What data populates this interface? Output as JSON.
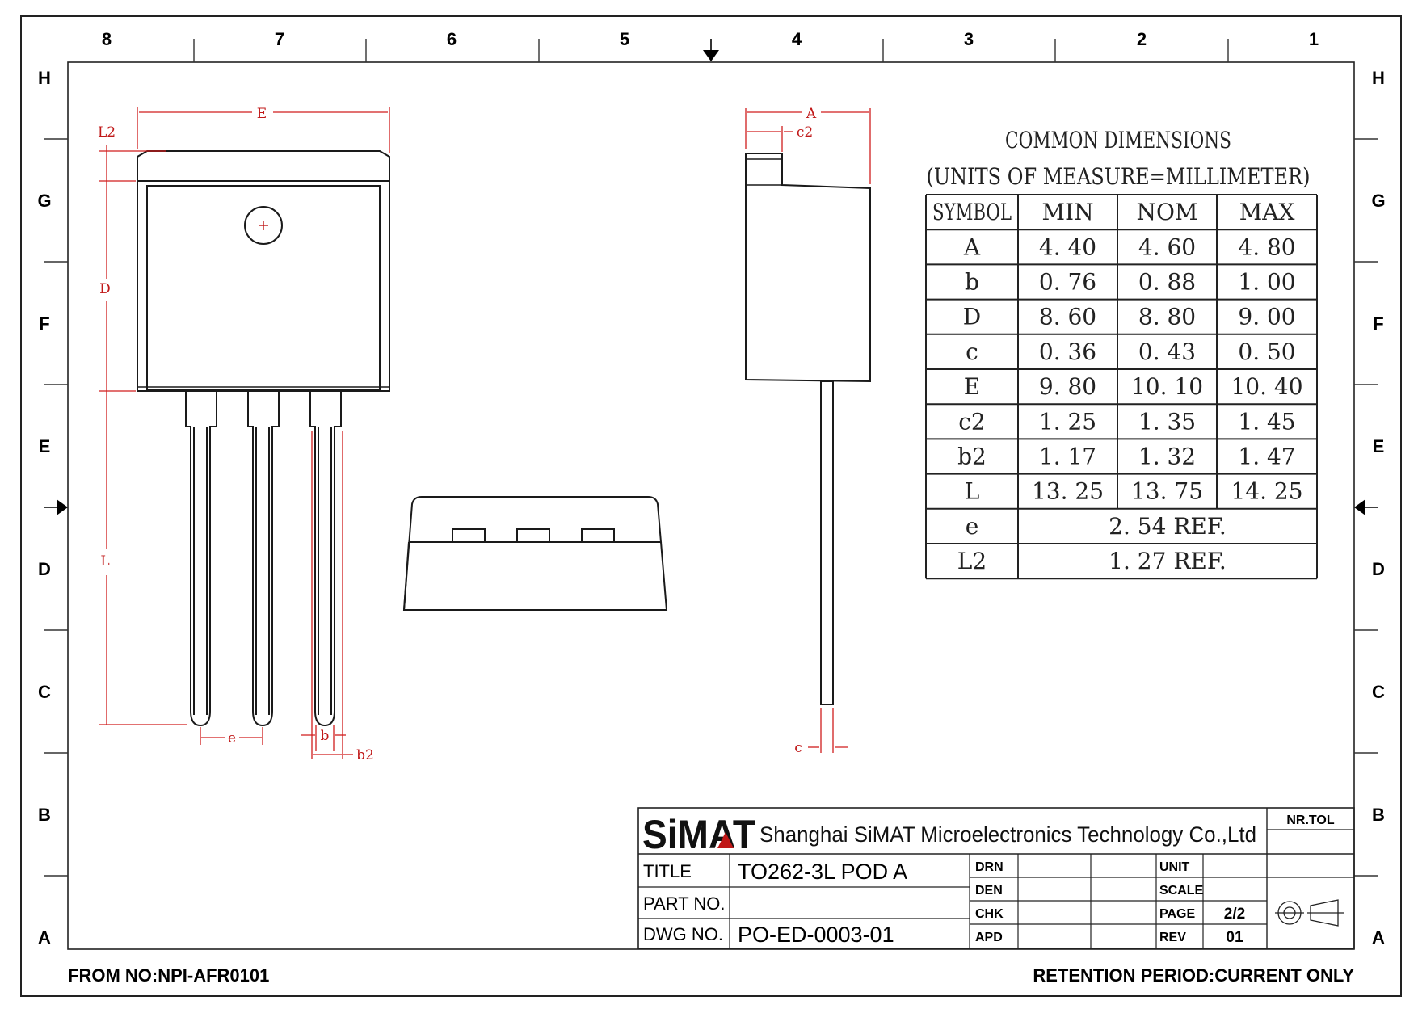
{
  "frame": {
    "columns": [
      "8",
      "7",
      "6",
      "5",
      "4",
      "3",
      "2",
      "1"
    ],
    "rows": [
      "H",
      "G",
      "F",
      "E",
      "D",
      "C",
      "B",
      "A"
    ]
  },
  "dimension_labels": {
    "E": "E",
    "L2": "L2",
    "D": "D",
    "L": "L",
    "e": "e",
    "b": "b",
    "b2": "b2",
    "A": "A",
    "c2": "c2",
    "c": "c"
  },
  "dimensions_table": {
    "title": "COMMON DIMENSIONS",
    "subtitle": "(UNITS OF MEASURE=MILLIMETER)",
    "headers": [
      "SYMBOL",
      "MIN",
      "NOM",
      "MAX"
    ],
    "rows": [
      {
        "symbol": "A",
        "min": "4. 40",
        "nom": "4. 60",
        "max": "4. 80"
      },
      {
        "symbol": "b",
        "min": "0. 76",
        "nom": "0. 88",
        "max": "1. 00"
      },
      {
        "symbol": "D",
        "min": "8. 60",
        "nom": "8. 80",
        "max": "9. 00"
      },
      {
        "symbol": "c",
        "min": "0. 36",
        "nom": "0. 43",
        "max": "0. 50"
      },
      {
        "symbol": "E",
        "min": "9. 80",
        "nom": "10. 10",
        "max": "10. 40"
      },
      {
        "symbol": "c2",
        "min": "1. 25",
        "nom": "1. 35",
        "max": "1. 45"
      },
      {
        "symbol": "b2",
        "min": "1. 17",
        "nom": "1. 32",
        "max": "1. 47"
      },
      {
        "symbol": "L",
        "min": "13. 25",
        "nom": "13. 75",
        "max": "14. 25"
      }
    ],
    "ref_rows": [
      {
        "symbol": "e",
        "value": "2. 54  REF."
      },
      {
        "symbol": "L2",
        "value": "1. 27  REF."
      }
    ]
  },
  "title_block": {
    "logo": "SiMAT",
    "company": "Shanghai SiMAT Microelectronics Technology Co.,Ltd",
    "nr_tol": "NR.TOL",
    "title_label": "TITLE",
    "title_value": "TO262-3L POD A",
    "part_label": "PART NO.",
    "part_value": "",
    "dwg_label": "DWG NO.",
    "dwg_value": "PO-ED-0003-01",
    "roles": [
      "DRN",
      "DEN",
      "CHK",
      "APD"
    ],
    "unit_label": "UNIT",
    "scale_label": "SCALE",
    "page_label": "PAGE",
    "page_value": "2/2",
    "rev_label": "REV",
    "rev_value": "01"
  },
  "footer": {
    "left": "FROM NO:NPI-AFR0101",
    "right": "RETENTION PERIOD:CURRENT ONLY"
  }
}
